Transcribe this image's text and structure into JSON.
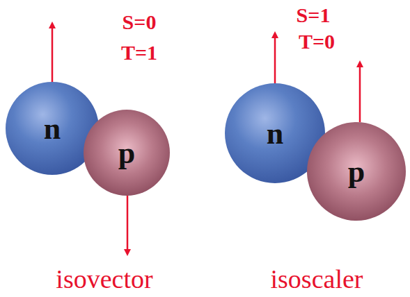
{
  "diagram": {
    "nodes": [
      {
        "text": [
          "n"
        ]
      },
      {
        "text": [
          "p"
        ]
      },
      {
        "text": [
          "n"
        ]
      },
      {
        "text": [
          "p"
        ]
      }
    ],
    "labels": [
      "S=0",
      "T=1",
      "isovector",
      "S=1",
      "T=0",
      "isoscaler"
    ]
  }
}
